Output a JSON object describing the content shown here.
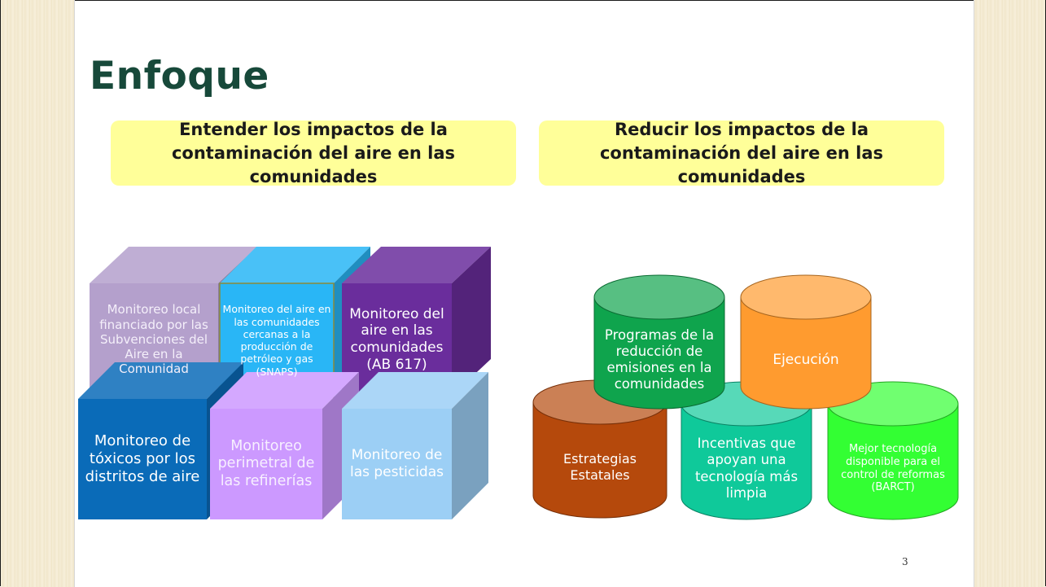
{
  "slide": {
    "title": "Enfoque",
    "page_number": "3"
  },
  "left_panel": {
    "heading": "Entender los impactos de la contaminación del aire en las comunidades",
    "boxes": [
      {
        "label": "Monitoreo local financiado por las Subvenciones del Aire en la Comunidad",
        "color": "#b4a0cc"
      },
      {
        "label": "Monitoreo del aire en las comunidades cercanas a la producción de petróleo y gas (SNAPS)",
        "color": "#29b6f6"
      },
      {
        "label": "Monitoreo del aire en las comunidades (AB 617)",
        "color": "#6a2d9c"
      },
      {
        "label": "Monitoreo de tóxicos por los distritos de aire",
        "color": "#0a6bb8"
      },
      {
        "label": "Monitoreo perimetral de las refinerías",
        "color": "#cc99ff"
      },
      {
        "label": "Monitoreo de las pesticidas",
        "color": "#9ccff5"
      }
    ]
  },
  "right_panel": {
    "heading": "Reducir los impactos de la contaminación del aire en las comunidades",
    "cylinders": [
      {
        "label": "Programas de la reducción de emisiones en la comunidades",
        "color": "#0fa44d"
      },
      {
        "label": "Ejecución",
        "color": "#ff9b2f"
      },
      {
        "label": "Estrategias Estatales",
        "color": "#b5490c"
      },
      {
        "label": "Incentivas que apoyan una tecnología más limpia",
        "color": "#0fc99a"
      },
      {
        "label": "Mejor tecnología disponible para el control de reformas (BARCT)",
        "color": "#33ff33"
      }
    ]
  }
}
